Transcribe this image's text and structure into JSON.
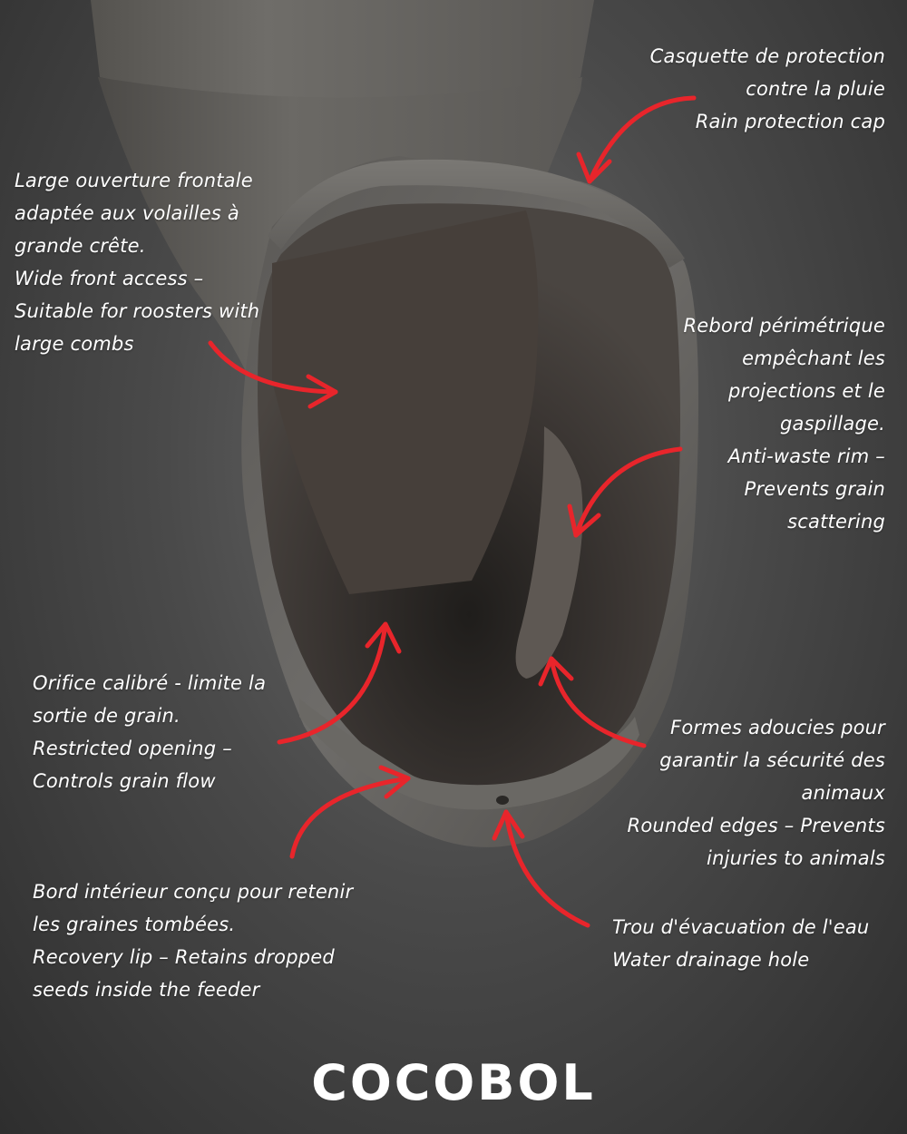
{
  "annotations": {
    "cap": [
      "Casquette de protection",
      "contre la pluie",
      "Rain protection cap"
    ],
    "front": [
      "Large ouverture frontale",
      "adaptée aux volailles à",
      "grande crête.",
      "Wide front access –",
      "Suitable for roosters with",
      "large combs"
    ],
    "rim": [
      "Rebord périmétrique",
      "empêchant les",
      "projections et le",
      "gaspillage.",
      "Anti-waste rim –",
      "Prevents grain",
      "scattering"
    ],
    "orifice": [
      "Orifice calibré - limite la",
      "sortie de grain.",
      "Restricted opening –",
      "Controls grain flow"
    ],
    "edges": [
      "Formes adoucies pour",
      "garantir la sécurité des",
      "animaux",
      "Rounded edges – Prevents",
      "injuries to animals"
    ],
    "lip": [
      "Bord intérieur conçu pour retenir",
      "les graines tombées.",
      "Recovery lip – Retains dropped",
      "seeds inside the feeder"
    ],
    "drain": [
      "Trou d'évacuation de l'eau",
      "Water drainage hole"
    ]
  },
  "brand": {
    "logo": "COCOBOL"
  },
  "colors": {
    "arrow": "#e8252b",
    "text": "#ffffff",
    "feeder": "#6e6c69"
  }
}
